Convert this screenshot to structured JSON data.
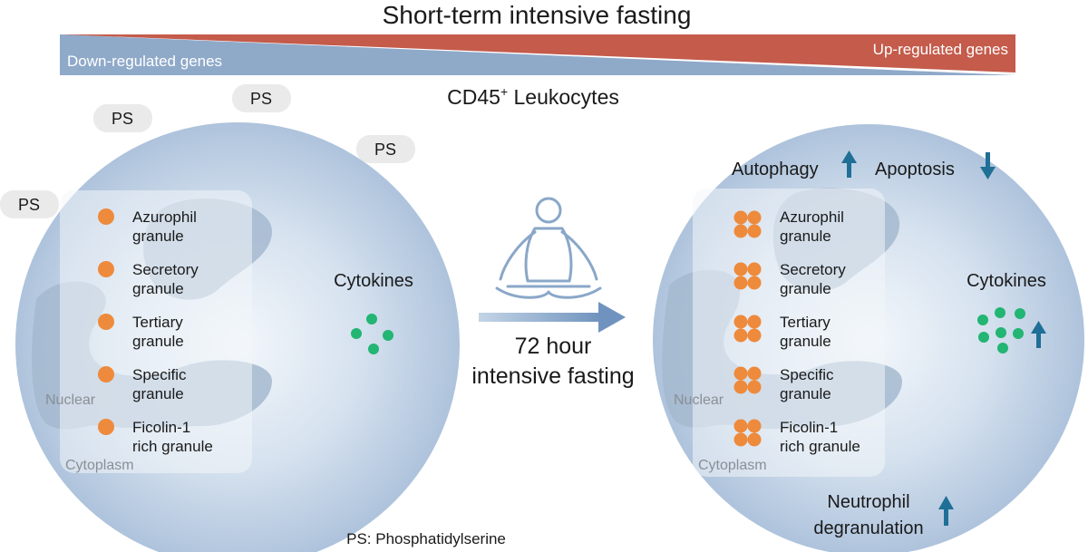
{
  "header": {
    "title": "Short-term intensive fasting",
    "down_label": "Down-regulated genes",
    "up_label": "Up-regulated genes",
    "subtitle_main": "CD45",
    "subtitle_sup": "+",
    "subtitle_rest": " Leukocytes"
  },
  "left_cell": {
    "ps_labels": [
      "PS",
      "PS",
      "PS",
      "PS"
    ],
    "granules": [
      {
        "line1": "Azurophil",
        "line2": "granule"
      },
      {
        "line1": "Secretory",
        "line2": "granule"
      },
      {
        "line1": "Tertiary",
        "line2": "granule"
      },
      {
        "line1": "Specific",
        "line2": "granule"
      },
      {
        "line1": "Ficolin-1",
        "line2": "rich granule"
      }
    ],
    "nuclear_label": "Nuclear",
    "cytoplasm_label": "Cytoplasm",
    "cytokines_label": "Cytokines"
  },
  "middle": {
    "line1": "72 hour",
    "line2": "intensive fasting",
    "icon": "meditation-person-icon"
  },
  "right_cell": {
    "autophagy_label": "Autophagy",
    "apoptosis_label": "Apoptosis",
    "granules": [
      {
        "line1": "Azurophil",
        "line2": "granule"
      },
      {
        "line1": "Secretory",
        "line2": "granule"
      },
      {
        "line1": "Tertiary",
        "line2": "granule"
      },
      {
        "line1": "Specific",
        "line2": "granule"
      },
      {
        "line1": "Ficolin-1",
        "line2": "rich granule"
      }
    ],
    "nuclear_label": "Nuclear",
    "cytoplasm_label": "Cytoplasm",
    "cytokines_label": "Cytokines",
    "degran_line1": "Neutrophil",
    "degran_line2": "degranulation"
  },
  "footnote": "PS: Phosphatidylserine",
  "colors": {
    "down_blue": "#8fa9c9",
    "up_red": "#c45b4b",
    "granule_orange": "#ee8a3c",
    "cytokine_green": "#22b573",
    "arrow_blue": "#1f6f96",
    "cell_fill": "#c9d8ea"
  }
}
